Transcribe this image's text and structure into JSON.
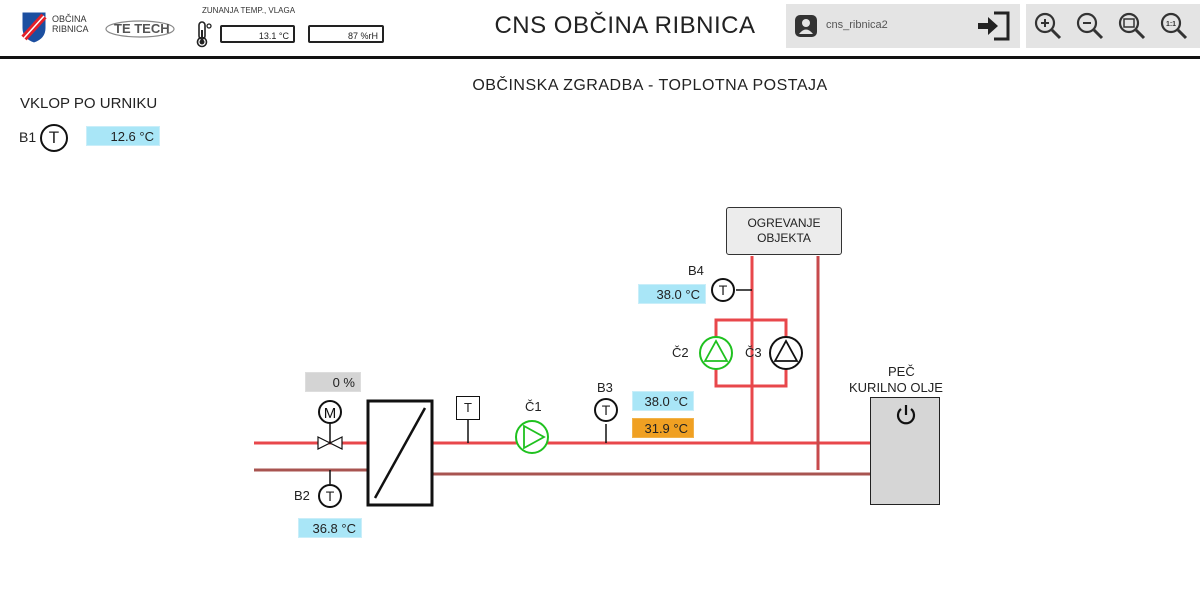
{
  "header": {
    "logo_line1": "OBČINA",
    "logo_line2": "RIBNICA",
    "partner_logo": "TE TECH",
    "outdoor_label": "ZUNANJA TEMP., VLAGA",
    "outdoor_temp": "13.1 °C",
    "outdoor_humidity": "87 %rH",
    "title": "CNS OBČINA RIBNICA",
    "user_name": "cns_ribnica2",
    "icons": [
      "user-icon",
      "logout-icon",
      "zoom-in-icon",
      "zoom-out-icon",
      "zoom-fit-icon",
      "zoom-reset-icon"
    ],
    "zoom_reset_label": "1:1"
  },
  "page": {
    "heading": "OBČINSKA ZGRADBA - TOPLOTNA POSTAJA",
    "schedule_label": "VKLOP PO URNIKU"
  },
  "sensors": {
    "b1": {
      "label": "B1",
      "value": "12.6 °C"
    },
    "b2": {
      "label": "B2",
      "value": "36.8 °C"
    },
    "b3": {
      "label": "B3",
      "value": "38.0 °C",
      "setpoint": "31.9 °C"
    },
    "b4": {
      "label": "B4",
      "value": "38.0 °C"
    },
    "thermostat_symbol": "T"
  },
  "valve": {
    "symbol": "M",
    "position": "0 %"
  },
  "pumps": {
    "c1": {
      "label": "Č1",
      "state": "on"
    },
    "c2": {
      "label": "Č2",
      "state": "on"
    },
    "c3": {
      "label": "Č3",
      "state": "off"
    }
  },
  "equipment": {
    "heating_line1": "OGREVANJE",
    "heating_line2": "OBJEKTA",
    "boiler_line1": "PEČ",
    "boiler_line2": "KURILNO OLJE"
  },
  "colors": {
    "supply_pipe": "#e8474b",
    "return_pipe": "#a85450",
    "pump_on": "#1fc11f",
    "pump_off": "#111111",
    "value_bg": "#a9e6f7",
    "setpoint_bg": "#f0a022"
  }
}
